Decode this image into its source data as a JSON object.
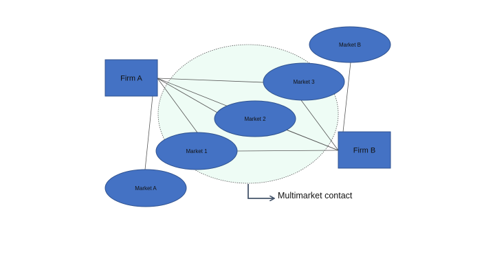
{
  "diagram": {
    "contact_zone": {
      "label": "Multimarket contact"
    },
    "firms": {
      "firm_a": {
        "label": "Firm A"
      },
      "firm_b": {
        "label": "Firm B"
      }
    },
    "markets": {
      "market_a": {
        "label": "Market A"
      },
      "market_b": {
        "label": "Market B"
      },
      "market_1": {
        "label": "Market 1"
      },
      "market_2": {
        "label": "Market 2"
      },
      "market_3": {
        "label": "Market 3"
      }
    },
    "colors": {
      "node_fill": "#4472c4",
      "node_stroke": "#2f528f",
      "zone_fill": "#eefcf5",
      "zone_stroke": "#555555",
      "edge": "#555555",
      "arrow": "#44546a"
    }
  }
}
